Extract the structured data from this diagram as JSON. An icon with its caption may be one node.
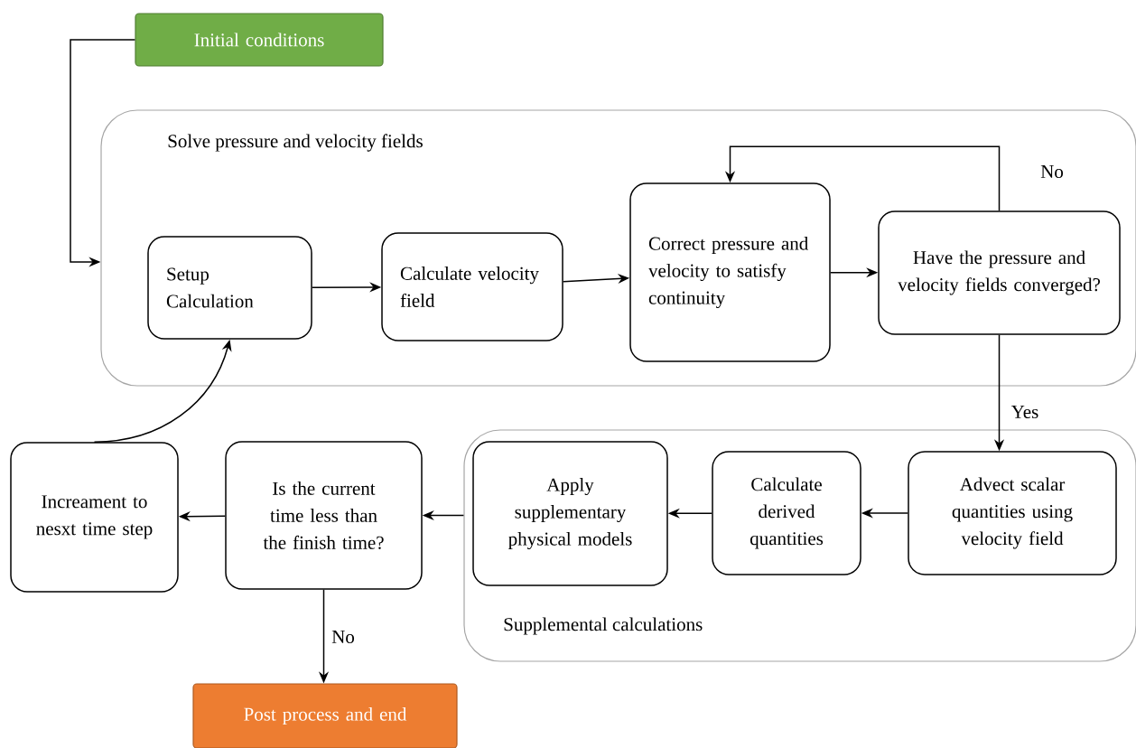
{
  "diagram": {
    "nodes": [
      {
        "text": [
          "Initial conditions"
        ]
      },
      {
        "text": [
          "Solve pressure and velocity fields"
        ]
      },
      {
        "text": [
          "Setup Calculation"
        ],
        "in": 1
      },
      {
        "text": [
          "Calculate velocity field"
        ],
        "in": 1
      },
      {
        "text": [
          "Correct pressure and velocity to satisfy continuity"
        ],
        "in": 1
      },
      {
        "text": [
          "Have the pressure and velocity fields converged?"
        ],
        "in": 1
      },
      {
        "text": [
          "Supplemental calculations"
        ]
      },
      {
        "text": [
          "Advect scalar quantities using velocity field"
        ],
        "in": 6
      },
      {
        "text": [
          "Calculate derived quantities"
        ],
        "in": 6
      },
      {
        "text": [
          "Apply supplementary physical models"
        ],
        "in": 6
      },
      {
        "text": [
          "Is the current time less than the finish time?"
        ]
      },
      {
        "text": [
          "Increament to nesxt time step"
        ]
      },
      {
        "text": [
          "Post process and end"
        ]
      }
    ],
    "edges": [
      {
        "from": 0,
        "to": 1,
        "arrow": "to"
      },
      {
        "from": 2,
        "to": 3,
        "arrow": "to"
      },
      {
        "from": 3,
        "to": 4,
        "arrow": "to"
      },
      {
        "from": 4,
        "to": 5,
        "arrow": "to"
      },
      {
        "from": 5,
        "to": 4,
        "arrow": "to",
        "label": "No"
      },
      {
        "from": 5,
        "to": 7,
        "arrow": "to",
        "label": "Yes"
      },
      {
        "from": 7,
        "to": 8,
        "arrow": "to"
      },
      {
        "from": 8,
        "to": 9,
        "arrow": "to"
      },
      {
        "from": 6,
        "to": 10,
        "arrow": "to"
      },
      {
        "from": 10,
        "to": 11,
        "arrow": "to"
      },
      {
        "from": 11,
        "to": 2,
        "arrow": "to"
      },
      {
        "from": 10,
        "to": 12,
        "arrow": "to",
        "label": "No"
      }
    ]
  }
}
